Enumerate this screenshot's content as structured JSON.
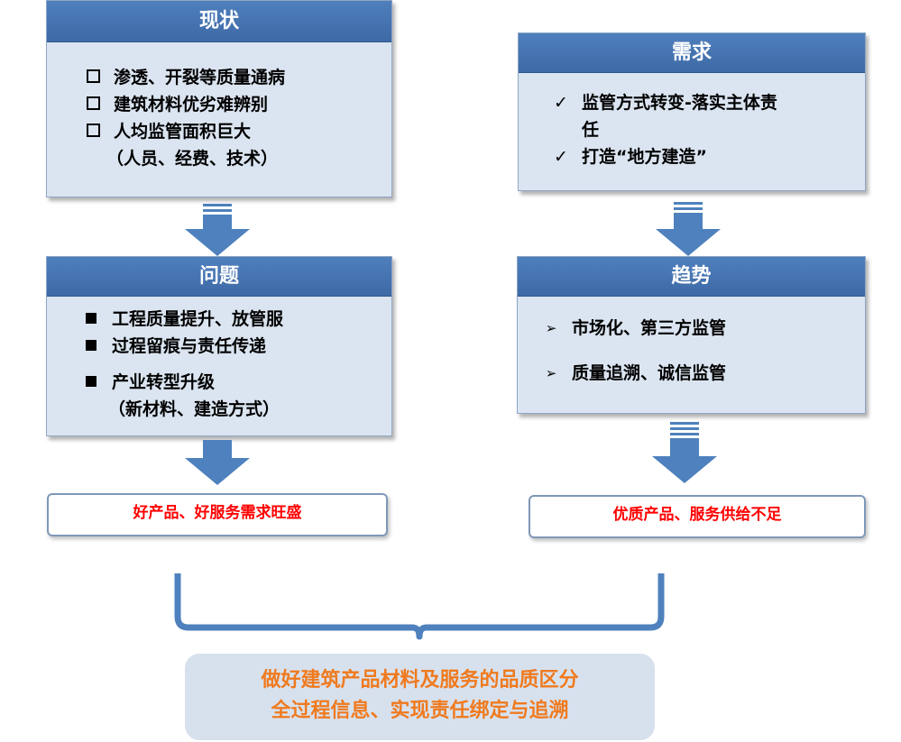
{
  "status_box": {
    "title": "现状",
    "items": [
      "渗透、开裂等质量通病",
      "建筑材料优劣难辨别",
      "人均监管面积巨大"
    ],
    "sub": "（人员、经费、技术）"
  },
  "problem_box": {
    "title": "问题",
    "items": [
      "工程质量提升、放管服",
      "过程留痕与责任传递",
      "产业转型升级"
    ],
    "sub": "（新材料、建造方式）"
  },
  "demand_box": {
    "title": "需求",
    "items": [
      "监管方式转变-落实主体责",
      "任",
      "打造“地方建造”"
    ]
  },
  "trend_box": {
    "title": "趋势",
    "items": [
      "市场化、第三方监管",
      "质量追溯、诚信监管"
    ]
  },
  "left_result": "好产品、好服务需求旺盛",
  "right_result": "优质产品、服务供给不足",
  "conclusion": {
    "line1": "做好建筑产品材料及服务的品质区分",
    "line2": "全过程信息、实现责任绑定与追溯"
  },
  "colors": {
    "header_blue": "#4a78b8",
    "box_fill": "#dbe5f1",
    "arrow_blue": "#4e81bd",
    "result_red": "#ff0000",
    "conclusion_orange": "#f07a1e",
    "conclusion_fill": "#d7e1ee"
  },
  "icons": {
    "status_bullets": "open-square",
    "problem_bullets": "filled-square",
    "demand_bullets": "check-mark",
    "trend_bullets": "arrowhead"
  }
}
